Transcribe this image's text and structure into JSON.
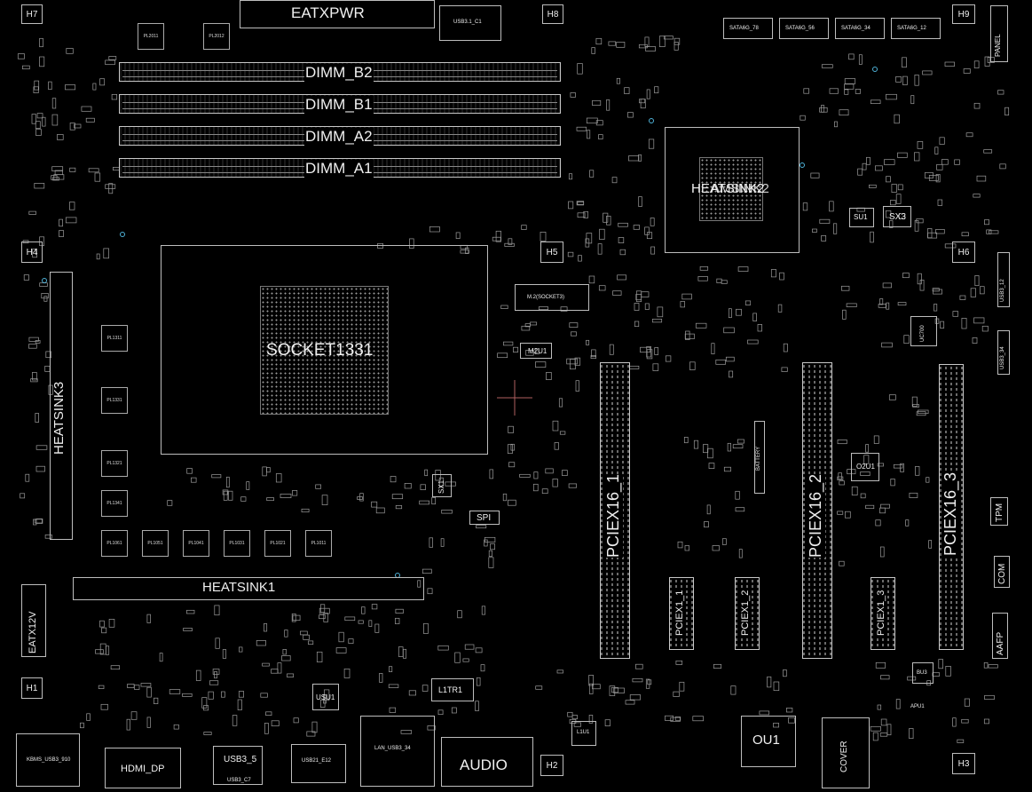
{
  "board": {
    "connectors": {
      "eatxpwr": "EATXPWR",
      "eatx12v": "EATX12V",
      "panel": "PANEL",
      "audio": "AUDIO",
      "hdmi_dp": "HDMI_DP",
      "usb3_5": "USB3_5",
      "usb3_5_c": "USB3_C7",
      "usb3_12": "USB3_12",
      "usb_34": "USB3_34",
      "lan_usb": "LAN_USB3_34",
      "kb_usb": "KBMS_USB3_910",
      "usb3_1_c": "USB3.1_C1",
      "usb21_e12": "USB21_E12",
      "spi": "SPI",
      "tpm": "TPM",
      "com": "COM",
      "aafp": "AAFP",
      "battery": "BATTERY",
      "sx1": "SX1",
      "sx3": "SX3",
      "su1": "SU1",
      "l1tr1": "L1TR1",
      "m2_socket3": "M.2(SOCKET3)",
      "m2u1": "M2U1",
      "apu1": "APU1",
      "bu3": "BU3"
    },
    "sata": [
      "SATA6G_78",
      "SATA6G_56",
      "SATA6G_34",
      "SATA6G_12"
    ],
    "dimms": [
      "DIMM_B2",
      "DIMM_B1",
      "DIMM_A2",
      "DIMM_A1"
    ],
    "socket": "SOCKET1331",
    "heatsinks": [
      "HEATSINK1",
      "HEATSINK2",
      "HEATSINK3"
    ],
    "amsink": "AMSINK2",
    "pcie": [
      "PCIEX16_1",
      "PCIEX16_2",
      "PCIEX16_3"
    ],
    "pcie_x1": [
      "PCIEX1_1",
      "PCIEX1_2",
      "PCIEX1_3"
    ],
    "holes": [
      "H1",
      "H2",
      "H3",
      "H4",
      "H5",
      "H6",
      "H7",
      "H8",
      "H9"
    ],
    "chips": {
      "ou1": "OU1",
      "o2u1": "O2U1",
      "uc700": "UC700",
      "usu1": "USU1",
      "l1u1": "L1U1",
      "cover": "COVER"
    },
    "chokes": [
      "PL1311",
      "PL1331",
      "PL1321",
      "PL1341",
      "PL1061",
      "PL1051",
      "PL1041",
      "PL1031",
      "PL1021",
      "PL1011",
      "PL2011",
      "PL2012"
    ]
  },
  "colors": {
    "background": "#000000",
    "silkscreen": "#d0d0d0",
    "accent": "#4fb3d9",
    "cursor": "#b06060"
  }
}
